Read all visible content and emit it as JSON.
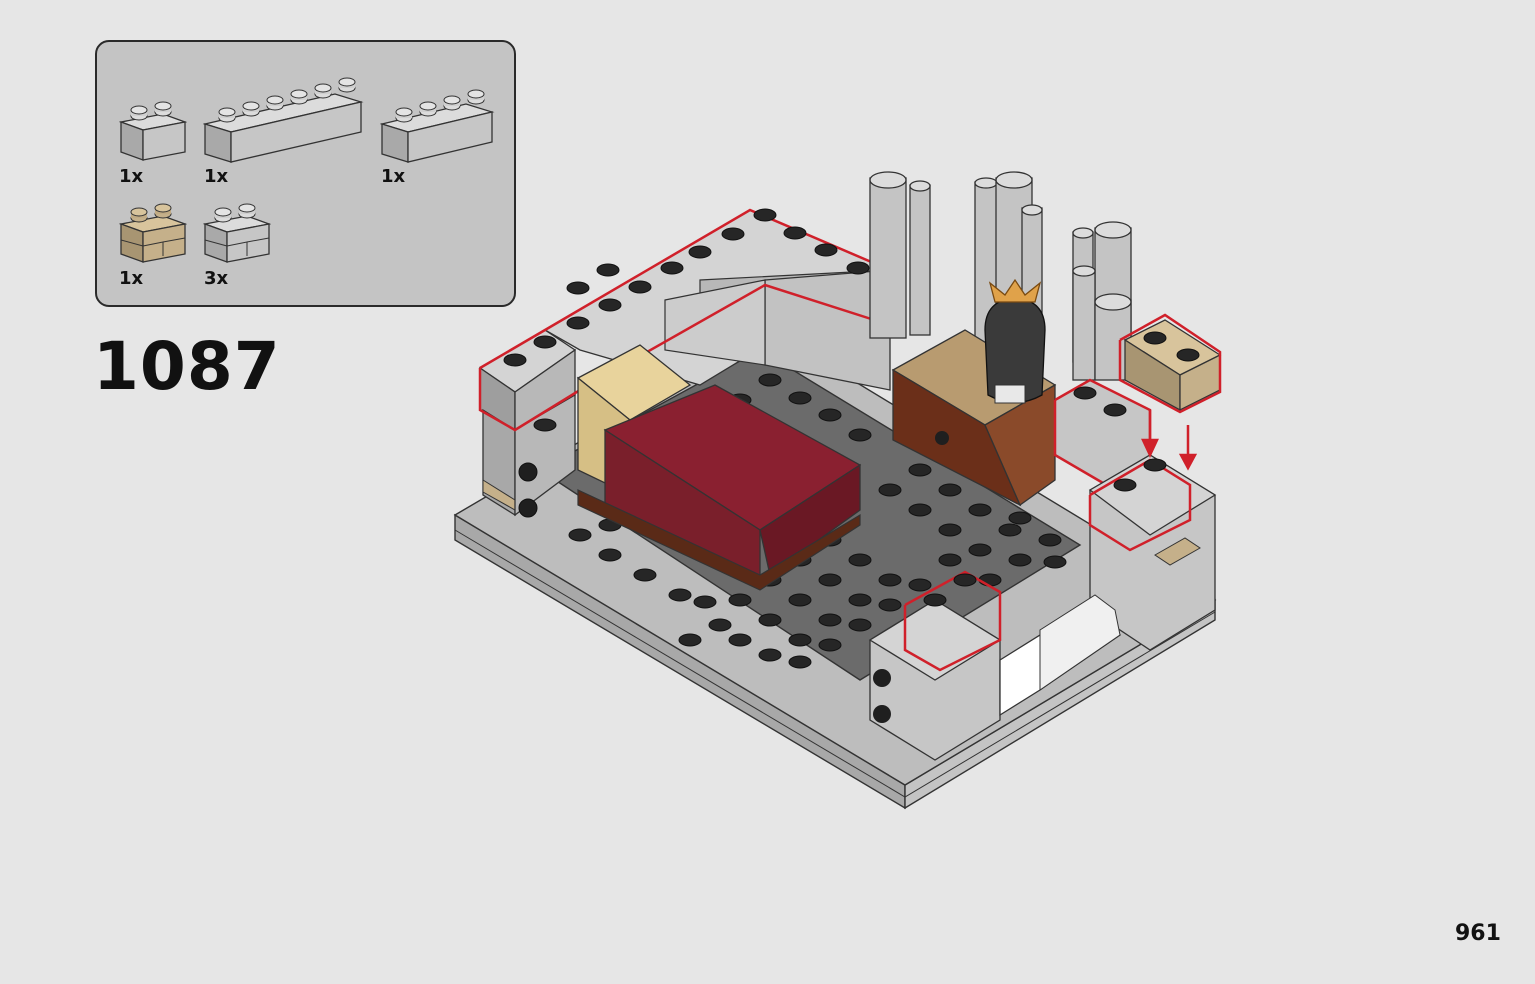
{
  "step": {
    "number": "1087"
  },
  "page": {
    "number": "961"
  },
  "parts": [
    {
      "name": "light-gray-brick-1x2",
      "quantity": "1x"
    },
    {
      "name": "light-gray-brick-1x6",
      "quantity": "1x"
    },
    {
      "name": "light-gray-brick-1x4",
      "quantity": "1x"
    },
    {
      "name": "tan-masonry-brick-1x2",
      "quantity": "1x"
    },
    {
      "name": "light-gray-masonry-brick-1x2",
      "quantity": "3x"
    }
  ],
  "colors": {
    "background": "#e6e6e6",
    "parts_panel": "#c4c4c4",
    "light_gray": "#b9b9b9",
    "dark_gray": "#5c5c5c",
    "tan": "#c5b08a",
    "dark_red": "#7a1f2b",
    "reddish_brown": "#5a2a17",
    "highlight": "#d0202a"
  }
}
